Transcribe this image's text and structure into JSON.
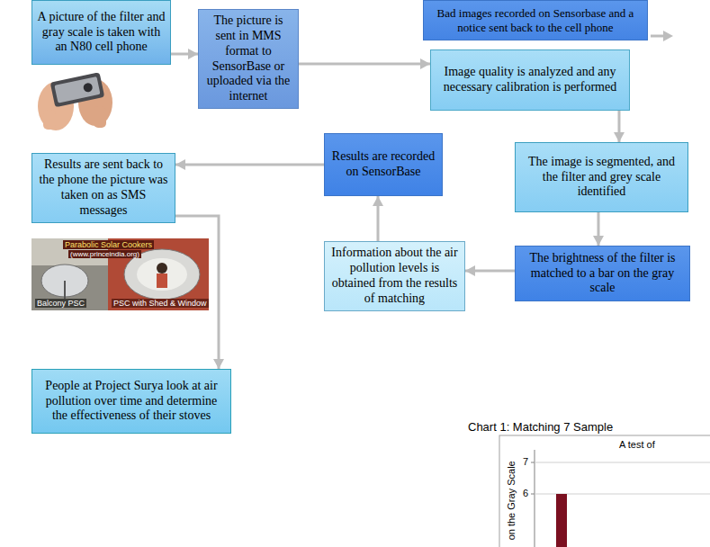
{
  "diagram": {
    "nodes": [
      {
        "text": [
          "A picture of the filter and gray scale is taken with an N80 cell phone"
        ]
      },
      {
        "text": [
          "The picture is sent in MMS format to SensorBase or uploaded via the internet"
        ]
      },
      {
        "text": [
          "Bad images recorded on Sensorbase and a notice sent back to the cell phone"
        ]
      },
      {
        "text": [
          "Image quality is analyzed and any necessary calibration is performed"
        ]
      },
      {
        "text": [
          "The image is segmented, and the filter and grey scale identified"
        ]
      },
      {
        "text": [
          "The brightness of the filter is matched to a bar on the gray scale"
        ]
      },
      {
        "text": [
          "Information about the air pollution levels is obtained from the results of matching"
        ]
      },
      {
        "text": [
          "Results are recorded on SensorBase"
        ]
      },
      {
        "text": [
          "Results are sent back to the phone the picture was taken on as SMS messages"
        ]
      },
      {
        "text": [
          "People at Project Surya look at air pollution over time and determine the effectiveness of their stoves"
        ]
      }
    ],
    "edges": [
      {
        "from": 0,
        "to": 1,
        "arrow": "to"
      },
      {
        "from": 1,
        "to": 3,
        "arrow": "to"
      },
      {
        "from": 3,
        "to": 4,
        "arrow": "to"
      },
      {
        "from": 4,
        "to": 5,
        "arrow": "to"
      },
      {
        "from": 5,
        "to": 6,
        "arrow": "to"
      },
      {
        "from": 6,
        "to": 7,
        "arrow": "to"
      },
      {
        "from": 7,
        "to": 8,
        "arrow": "to"
      },
      {
        "from": 8,
        "to": 9,
        "arrow": "to"
      }
    ],
    "labels": [
      "Parabolic Solar Cookers",
      "(www.princeindia.org)",
      "Balcony PSC",
      "PSC with Shed & Window",
      "Chart 1: Matching 7 Sample",
      "A test of",
      "on the Gray Scale",
      "7",
      "6"
    ]
  }
}
